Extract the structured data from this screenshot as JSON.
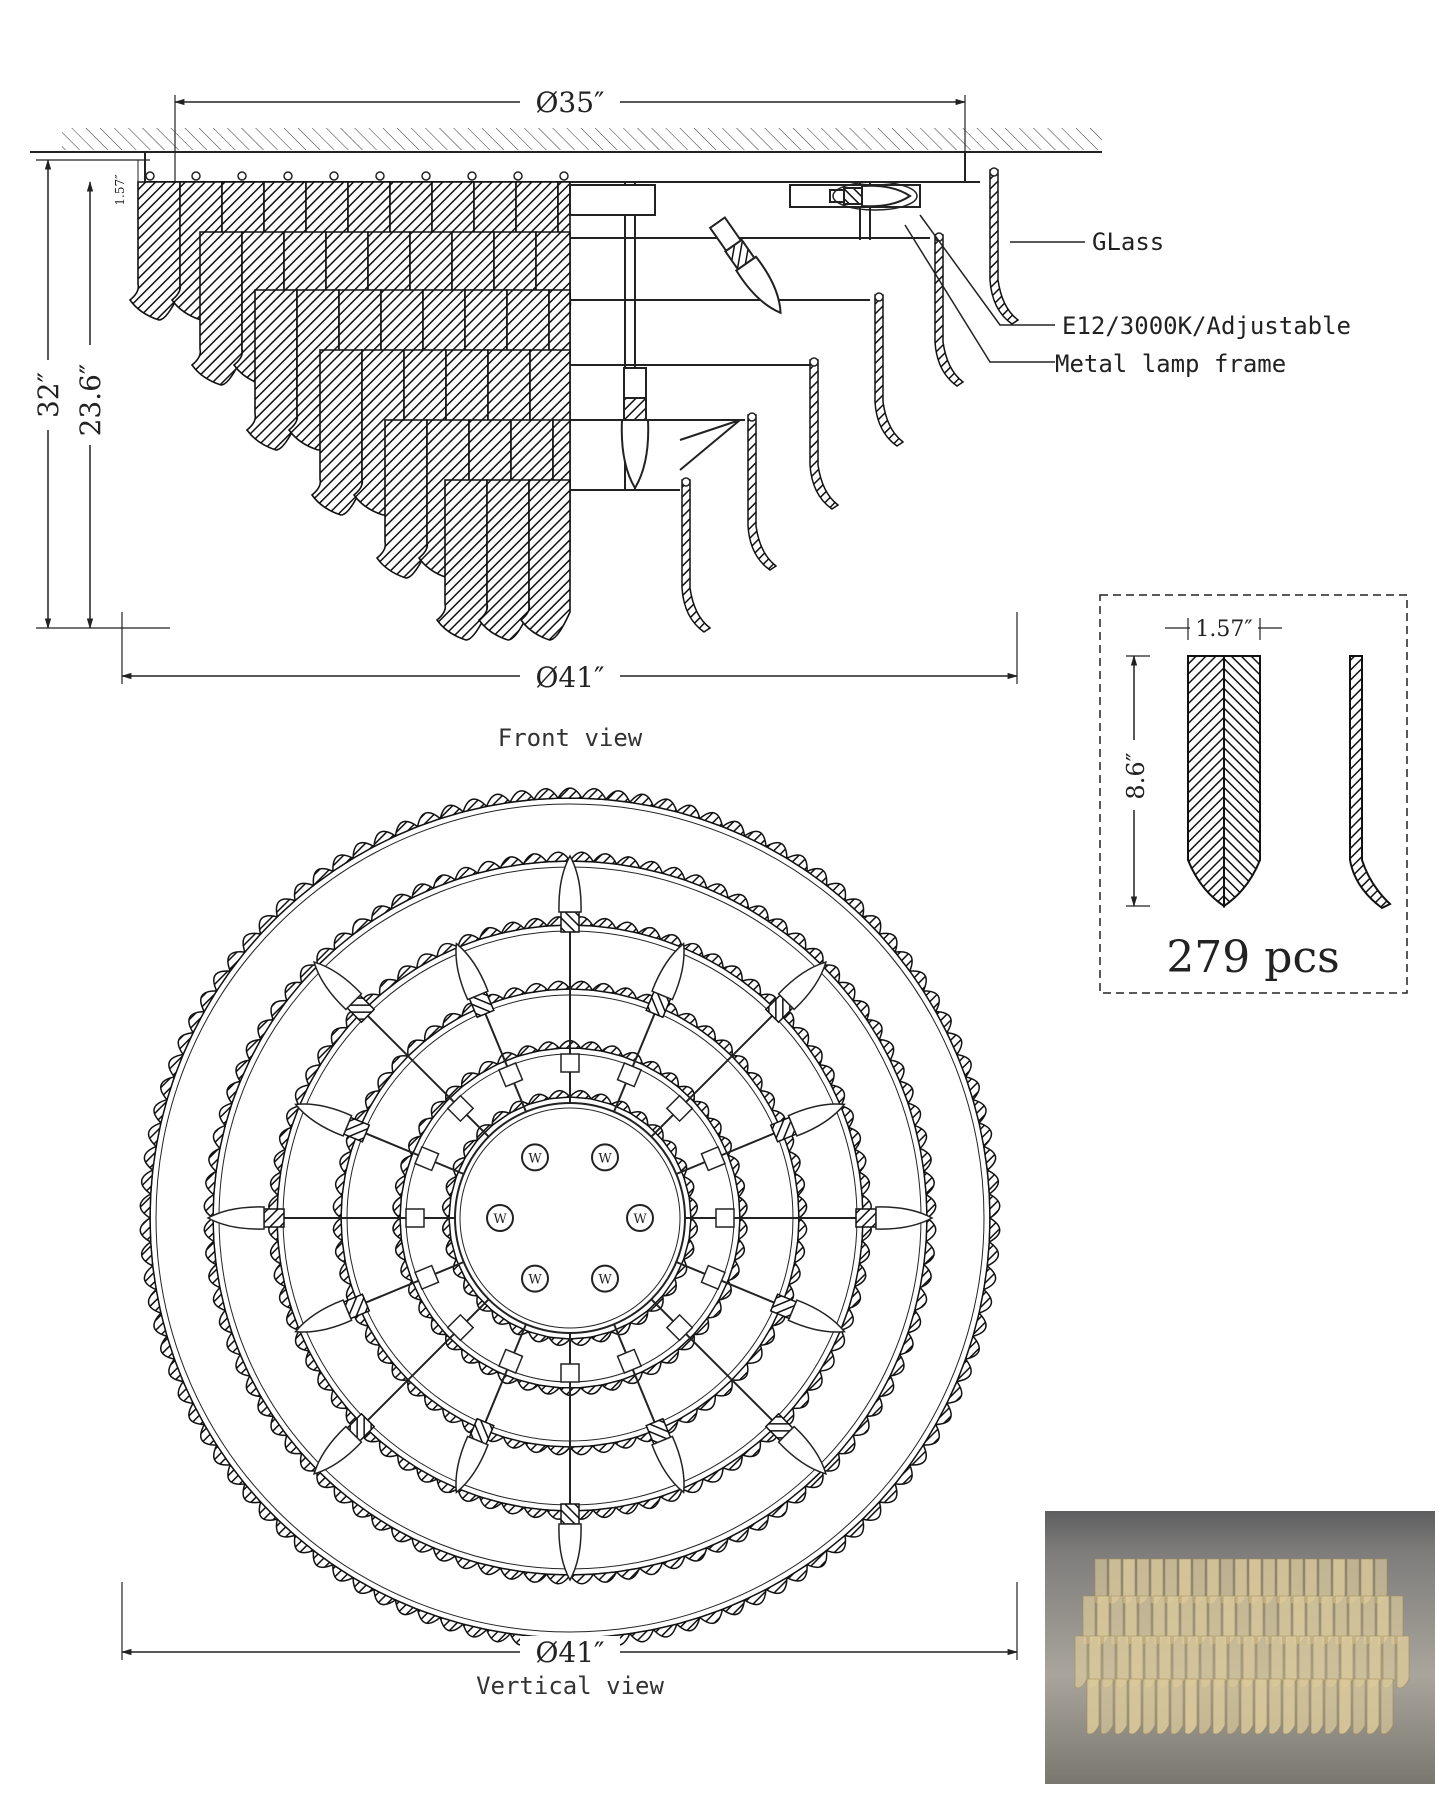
{
  "front_view": {
    "caption": "Front view",
    "dim_top": "Ø35″",
    "dim_bottom": "Ø41″",
    "dim_total_height": "32″",
    "dim_body_height": "23.6″",
    "dim_canopy": "1.57″",
    "label_glass": "GLass",
    "label_bulb": "E12/3000K/Adjustable",
    "label_frame": "Metal lamp frame"
  },
  "glass_detail": {
    "dim_width": "1.57″",
    "dim_length": "8.6″",
    "count": "279 pcs"
  },
  "vertical_view": {
    "caption": "Vertical view",
    "dim_diameter": "Ø41″",
    "canopy_marks": [
      "W",
      "W",
      "W",
      "W",
      "W",
      "W"
    ]
  },
  "colors": {
    "line": "#1a1a1a",
    "glass_fill": "#2a2a2a",
    "photo_glass": "#d9c89a"
  }
}
